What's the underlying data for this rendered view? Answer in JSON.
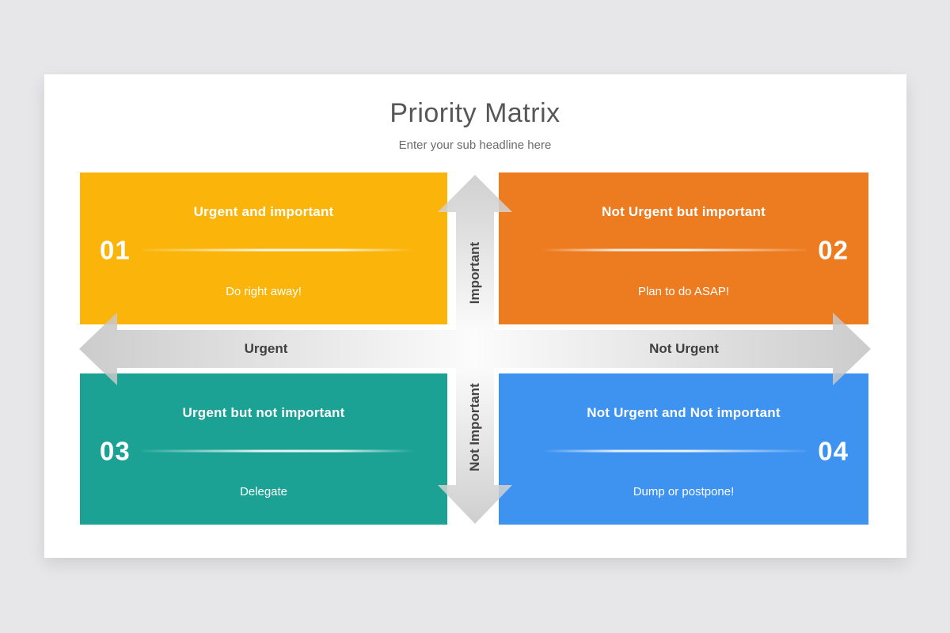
{
  "page": {
    "background_color": "#e7e6e8",
    "card_color": "#ffffff",
    "arrow_color_dark": "#c5c5c5",
    "arrow_color_light": "#fafafa"
  },
  "header": {
    "title": "Priority Matrix",
    "subtitle": "Enter your sub headline here"
  },
  "axes": {
    "vertical_top_label": "Important",
    "vertical_bottom_label": "Not Important",
    "horizontal_left_label": "Urgent",
    "horizontal_right_label": "Not Urgent"
  },
  "quadrants": [
    {
      "number": "01",
      "title": "Urgent and important",
      "caption": "Do right away!",
      "color": "#fbb409",
      "number_side": "left"
    },
    {
      "number": "02",
      "title": "Not Urgent but important",
      "caption": "Plan to do ASAP!",
      "color": "#ed7c21",
      "number_side": "right"
    },
    {
      "number": "03",
      "title": "Urgent but not important",
      "caption": "Delegate",
      "color": "#1ba294",
      "number_side": "left"
    },
    {
      "number": "04",
      "title": "Not Urgent and Not important",
      "caption": "Dump or postpone!",
      "color": "#3e92f0",
      "number_side": "right"
    }
  ]
}
